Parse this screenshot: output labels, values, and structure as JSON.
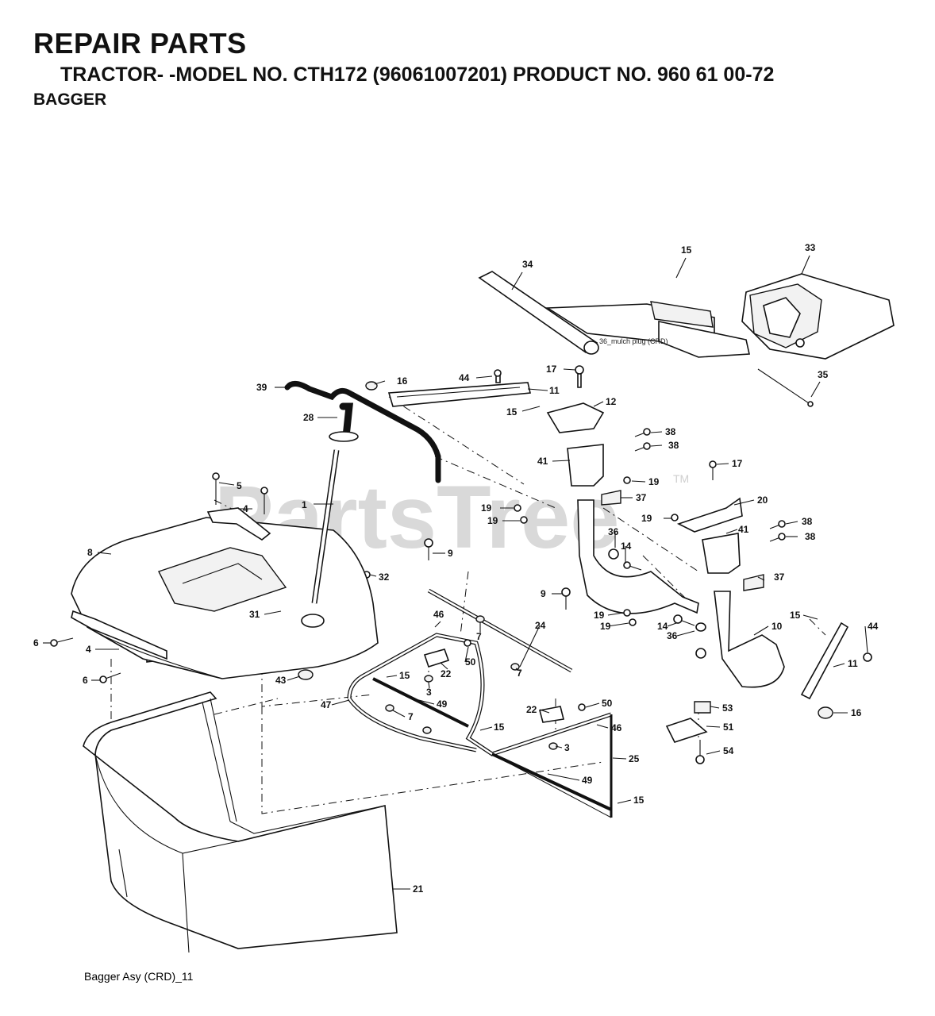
{
  "header": {
    "title": "REPAIR PARTS",
    "subtitle": "TRACTOR- -MODEL NO. CTH172 (96061007201) PRODUCT NO. 960 61 00-72",
    "section": "BAGGER"
  },
  "watermark": {
    "text": "PartsTree",
    "trademark": "TM"
  },
  "annotation": "36_mulch plug (CRD)",
  "footer": "Bagger Asy (CRD)_11",
  "part_numbers": [
    {
      "id": "p34",
      "num": "34"
    },
    {
      "id": "p15a",
      "num": "15"
    },
    {
      "id": "p33",
      "num": "33"
    },
    {
      "id": "p35",
      "num": "35"
    },
    {
      "id": "p39",
      "num": "39"
    },
    {
      "id": "p16a",
      "num": "16"
    },
    {
      "id": "p44a",
      "num": "44"
    },
    {
      "id": "p17a",
      "num": "17"
    },
    {
      "id": "p11a",
      "num": "11"
    },
    {
      "id": "p15b",
      "num": "15"
    },
    {
      "id": "p12",
      "num": "12"
    },
    {
      "id": "p28",
      "num": "28"
    },
    {
      "id": "p38a",
      "num": "38"
    },
    {
      "id": "p38b",
      "num": "38"
    },
    {
      "id": "p41a",
      "num": "41"
    },
    {
      "id": "p5",
      "num": "5"
    },
    {
      "id": "p1",
      "num": "1"
    },
    {
      "id": "p4a",
      "num": "4"
    },
    {
      "id": "p19a",
      "num": "19"
    },
    {
      "id": "p17b",
      "num": "17"
    },
    {
      "id": "p37a",
      "num": "37"
    },
    {
      "id": "p20",
      "num": "20"
    },
    {
      "id": "p19b",
      "num": "19"
    },
    {
      "id": "p19c",
      "num": "19"
    },
    {
      "id": "p19d",
      "num": "19"
    },
    {
      "id": "p38c",
      "num": "38"
    },
    {
      "id": "p41b",
      "num": "41"
    },
    {
      "id": "p38d",
      "num": "38"
    },
    {
      "id": "p8",
      "num": "8"
    },
    {
      "id": "p9a",
      "num": "9"
    },
    {
      "id": "p36a",
      "num": "36"
    },
    {
      "id": "p14a",
      "num": "14"
    },
    {
      "id": "p32",
      "num": "32"
    },
    {
      "id": "p37b",
      "num": "37"
    },
    {
      "id": "p9b",
      "num": "9"
    },
    {
      "id": "p31",
      "num": "31"
    },
    {
      "id": "p19e",
      "num": "19"
    },
    {
      "id": "p19f",
      "num": "19"
    },
    {
      "id": "p15c",
      "num": "15"
    },
    {
      "id": "p44b",
      "num": "44"
    },
    {
      "id": "p24",
      "num": "24"
    },
    {
      "id": "p46a",
      "num": "46"
    },
    {
      "id": "p7a",
      "num": "7"
    },
    {
      "id": "p14b",
      "num": "14"
    },
    {
      "id": "p36b",
      "num": "36"
    },
    {
      "id": "p10",
      "num": "10"
    },
    {
      "id": "p6a",
      "num": "6"
    },
    {
      "id": "p4b",
      "num": "4"
    },
    {
      "id": "p50a",
      "num": "50"
    },
    {
      "id": "p11b",
      "num": "11"
    },
    {
      "id": "p22a",
      "num": "22"
    },
    {
      "id": "p7b",
      "num": "7"
    },
    {
      "id": "p15d",
      "num": "15"
    },
    {
      "id": "p6b",
      "num": "6"
    },
    {
      "id": "p43",
      "num": "43"
    },
    {
      "id": "p3a",
      "num": "3"
    },
    {
      "id": "p50b",
      "num": "50"
    },
    {
      "id": "p53",
      "num": "53"
    },
    {
      "id": "p47",
      "num": "47"
    },
    {
      "id": "p49a",
      "num": "49"
    },
    {
      "id": "p22b",
      "num": "22"
    },
    {
      "id": "p16b",
      "num": "16"
    },
    {
      "id": "p7c",
      "num": "7"
    },
    {
      "id": "p51",
      "num": "51"
    },
    {
      "id": "p15e",
      "num": "15"
    },
    {
      "id": "p46b",
      "num": "46"
    },
    {
      "id": "p3b",
      "num": "3"
    },
    {
      "id": "p54",
      "num": "54"
    },
    {
      "id": "p25",
      "num": "25"
    },
    {
      "id": "p49b",
      "num": "49"
    },
    {
      "id": "p15f",
      "num": "15"
    },
    {
      "id": "p21",
      "num": "21"
    }
  ]
}
